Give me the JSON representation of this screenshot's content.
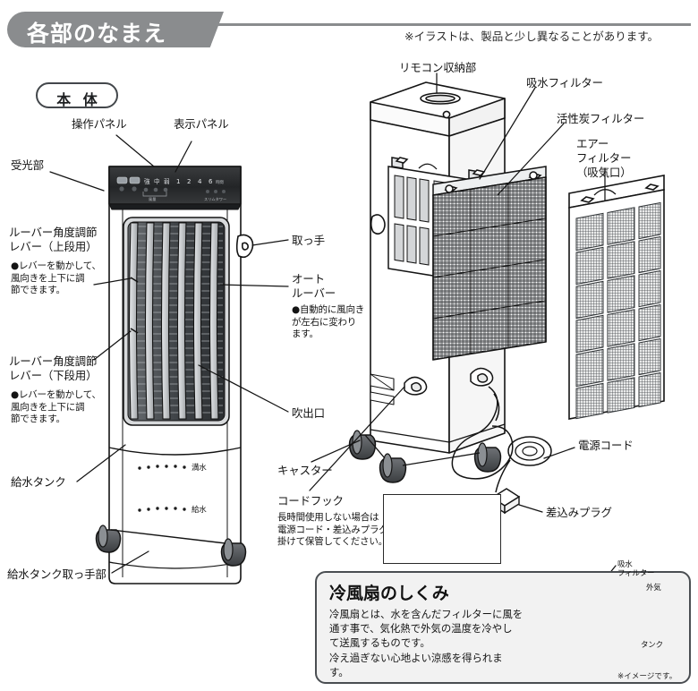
{
  "header": {
    "title": "各部のなまえ",
    "note": "※イラストは、製品と少し異なることがあります。"
  },
  "body_pill": {
    "label": "本 体"
  },
  "labels": {
    "control_panel": "操作パネル",
    "display_panel": "表示パネル",
    "receiver": "受光部",
    "louver_upper": "ルーバー角度調節\nレバー（上段用）",
    "louver_upper_note": "●レバーを動かして、\n  風向きを上下に調\n  節できます。",
    "louver_lower": "ルーバー角度調節\nレバー（下段用）",
    "louver_lower_note": "●レバーを動かして、\n  風向きを上下に調\n  節できます。",
    "water_tank": "給水タンク",
    "water_tank_handle": "給水タンク取っ手部",
    "handle": "取っ手",
    "auto_louver": "オート\nルーバー",
    "auto_louver_note": "●自動的に風向き\n  が左右に変わり\n  ます。",
    "air_outlet": "吹出口",
    "caster": "キャスター",
    "cord_hook": "コードフック",
    "cord_hook_note": "長時間使用しない場合は\n電源コード・差込みプラグを\n掛けて保管してください。",
    "remote_storage": "リモコン収納部",
    "water_filter": "吸水フィルター",
    "carbon_filter": "活性炭フィルター",
    "air_filter": "エアー\nフィルター\n（吸気口）",
    "power_cord": "電源コード",
    "plug": "差込みプラグ"
  },
  "panel_indicators": {
    "speed": [
      "強",
      "中",
      "弱"
    ],
    "timer": [
      "1",
      "2",
      "4",
      "6"
    ],
    "timer_unit": "時間",
    "group_label": "風量",
    "right_label": "スリムタワー"
  },
  "tank_marks": {
    "full": "満水",
    "refill": "給水"
  },
  "info_panel": {
    "title": "冷風扇のしくみ",
    "body": "冷風扇とは、水を含んだフィルターに風を\n通す事で、気化熱で外気の温度を冷やし\nて送風するものです。\n冷え過ぎない心地よい涼感を得られま\nす。",
    "diagram_labels": {
      "filter": "吸水\nフィルター",
      "outside_air": "外気",
      "tank": "タンク"
    },
    "image_note": "※イメージです。"
  },
  "colors": {
    "banner": "#8a8c8e",
    "panel_dark": "#2a2b2d",
    "outline": "#1a1a1a",
    "louver_light": "#cfd1d3",
    "louver_dark": "#5c6064",
    "info_bg": "#f2f2f2"
  }
}
